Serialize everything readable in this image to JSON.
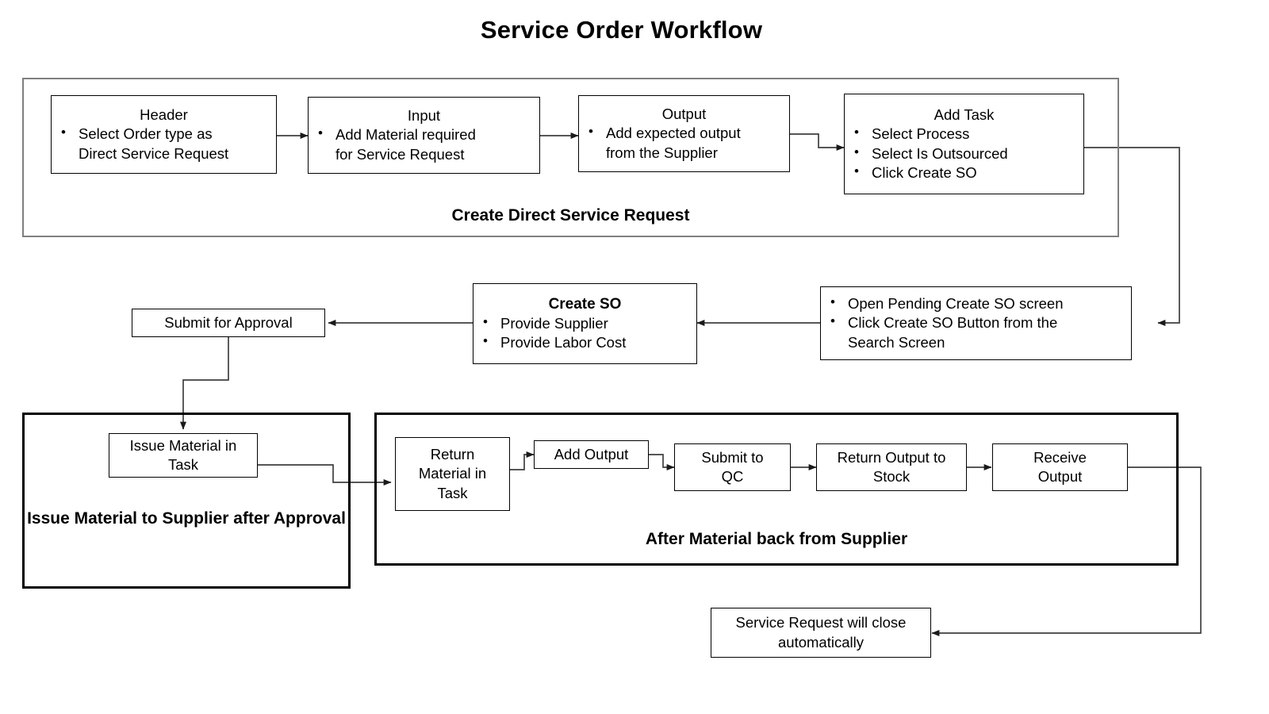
{
  "title": "Service Order Workflow",
  "groups": [
    {
      "id": "create-direct-service-request",
      "label": "Create Direct Service Request"
    },
    {
      "id": "issue-material-to-supplier",
      "label": "Issue Material to Supplier after Approval"
    },
    {
      "id": "after-material-back",
      "label": "After Material back from Supplier"
    }
  ],
  "nodes": {
    "header": {
      "title": "Header",
      "bullets": [
        {
          "lines": [
            "Select Order type as",
            "Direct Service Request"
          ]
        }
      ]
    },
    "input": {
      "title": "Input",
      "bullets": [
        {
          "lines": [
            "Add Material required",
            "for Service  Request"
          ]
        }
      ]
    },
    "output": {
      "title": "Output",
      "bullets": [
        {
          "lines": [
            "Add expected output",
            "from the Supplier"
          ]
        }
      ]
    },
    "add_task": {
      "title": "Add Task",
      "bullets": [
        {
          "lines": [
            "Select Process"
          ]
        },
        {
          "lines": [
            "Select Is Outsourced"
          ]
        },
        {
          "lines": [
            "Click Create SO"
          ]
        }
      ]
    },
    "pending_create_so": {
      "bullets": [
        {
          "lines": [
            "Open Pending Create SO screen"
          ]
        },
        {
          "lines": [
            "Click Create SO Button from the",
            "Search Screen"
          ]
        }
      ]
    },
    "create_so": {
      "title": "Create SO",
      "bullets": [
        {
          "lines": [
            "Provide Supplier"
          ]
        },
        {
          "lines": [
            "Provide Labor Cost"
          ]
        }
      ]
    },
    "submit_for_approval": {
      "text": "Submit for Approval"
    },
    "issue_material_in_task": {
      "text": "Issue Material in\nTask"
    },
    "return_material_in_task": {
      "text": "Return\nMaterial in\nTask"
    },
    "add_output": {
      "text": "Add Output"
    },
    "submit_to_qc": {
      "text": "Submit to\nQC"
    },
    "return_output_to_stock": {
      "text": "Return Output to\nStock"
    },
    "receive_output": {
      "text": "Receive\nOutput"
    },
    "service_request_close": {
      "text": "Service Request will close\nautomatically"
    }
  },
  "colors": {
    "group_border_gray": "#7f7f7f",
    "group_border_black": "#000000",
    "node_border": "#000000",
    "connector": "#3f3f3f",
    "background": "#ffffff",
    "text": "#000000"
  }
}
